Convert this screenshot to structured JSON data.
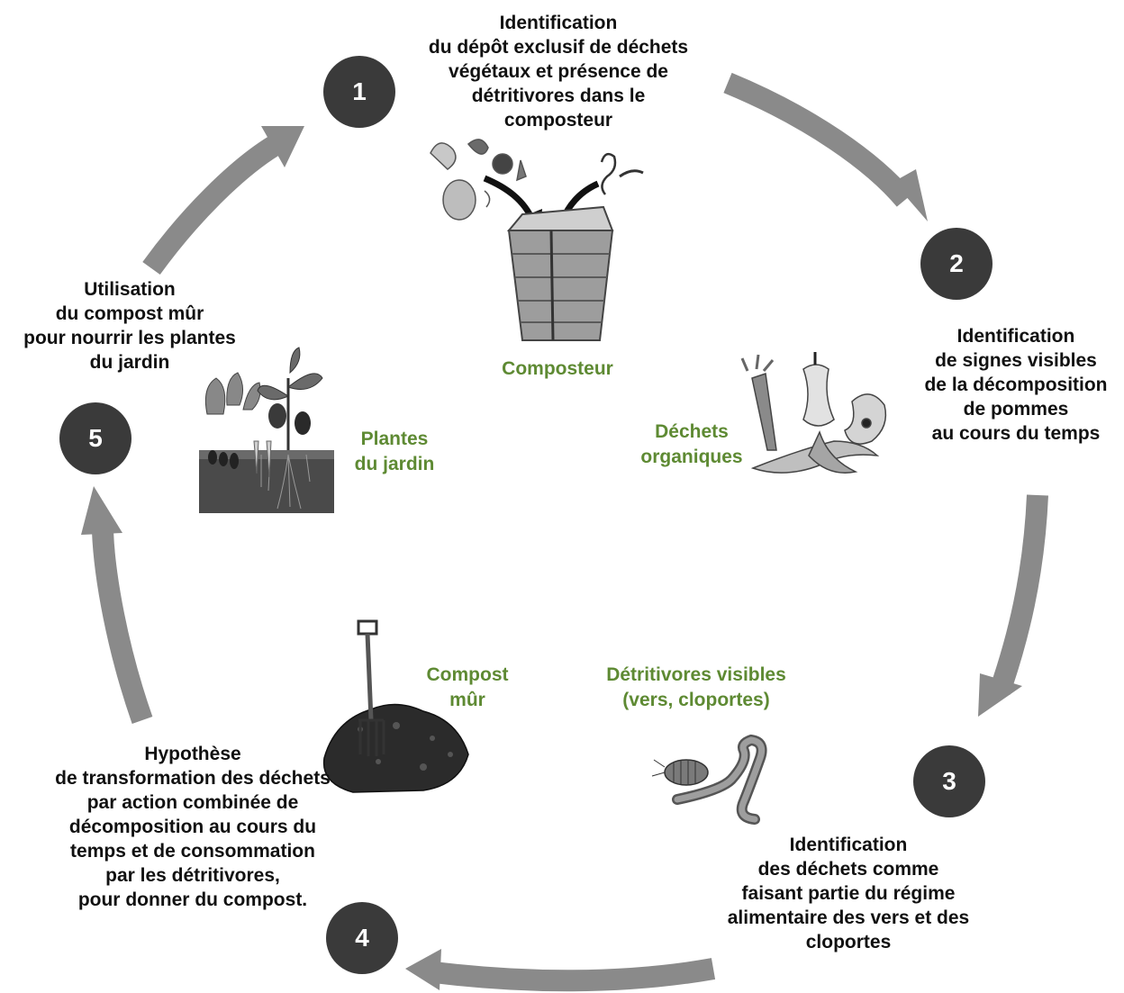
{
  "colors": {
    "arrow": "#8a8a8a",
    "step_circle": "#3a3a3a",
    "step_text": "#ffffff",
    "body_text": "#111111",
    "label_green": "#5e8a33"
  },
  "steps": [
    {
      "number": "1",
      "text": "Identification\ndu dépôt exclusif de déchets\nvégétaux et présence de\ndétritivores dans le\ncomposteur"
    },
    {
      "number": "2",
      "text": "Identification\nde signes visibles\nde la décomposition\nde pommes\nau cours du temps"
    },
    {
      "number": "3",
      "text": "Identification\ndes déchets comme\nfaisant partie du régime\nalimentaire des vers et des\ncloportes"
    },
    {
      "number": "4",
      "text": "Hypothèse\nde transformation des déchets\npar action combinée de\ndécomposition au cours du\ntemps et de consommation\npar les détritivores,\npour donner du compost."
    },
    {
      "number": "5",
      "text": "Utilisation\ndu compost mûr\npour nourrir les plantes\ndu jardin"
    }
  ],
  "illustrations": {
    "composter": {
      "label": "Composteur",
      "icon": "composter-icon"
    },
    "organic_waste": {
      "label": "Déchets\norganiques",
      "icon": "apple-core-banana-peel-icon"
    },
    "detritivores": {
      "label": "Détritivores visibles\n(vers, cloportes)",
      "icon": "worm-woodlouse-icon"
    },
    "mature_compost": {
      "label": "Compost\nmûr",
      "icon": "compost-pile-fork-icon"
    },
    "garden_plants": {
      "label": "Plantes\ndu jardin",
      "icon": "garden-plants-icon"
    }
  }
}
